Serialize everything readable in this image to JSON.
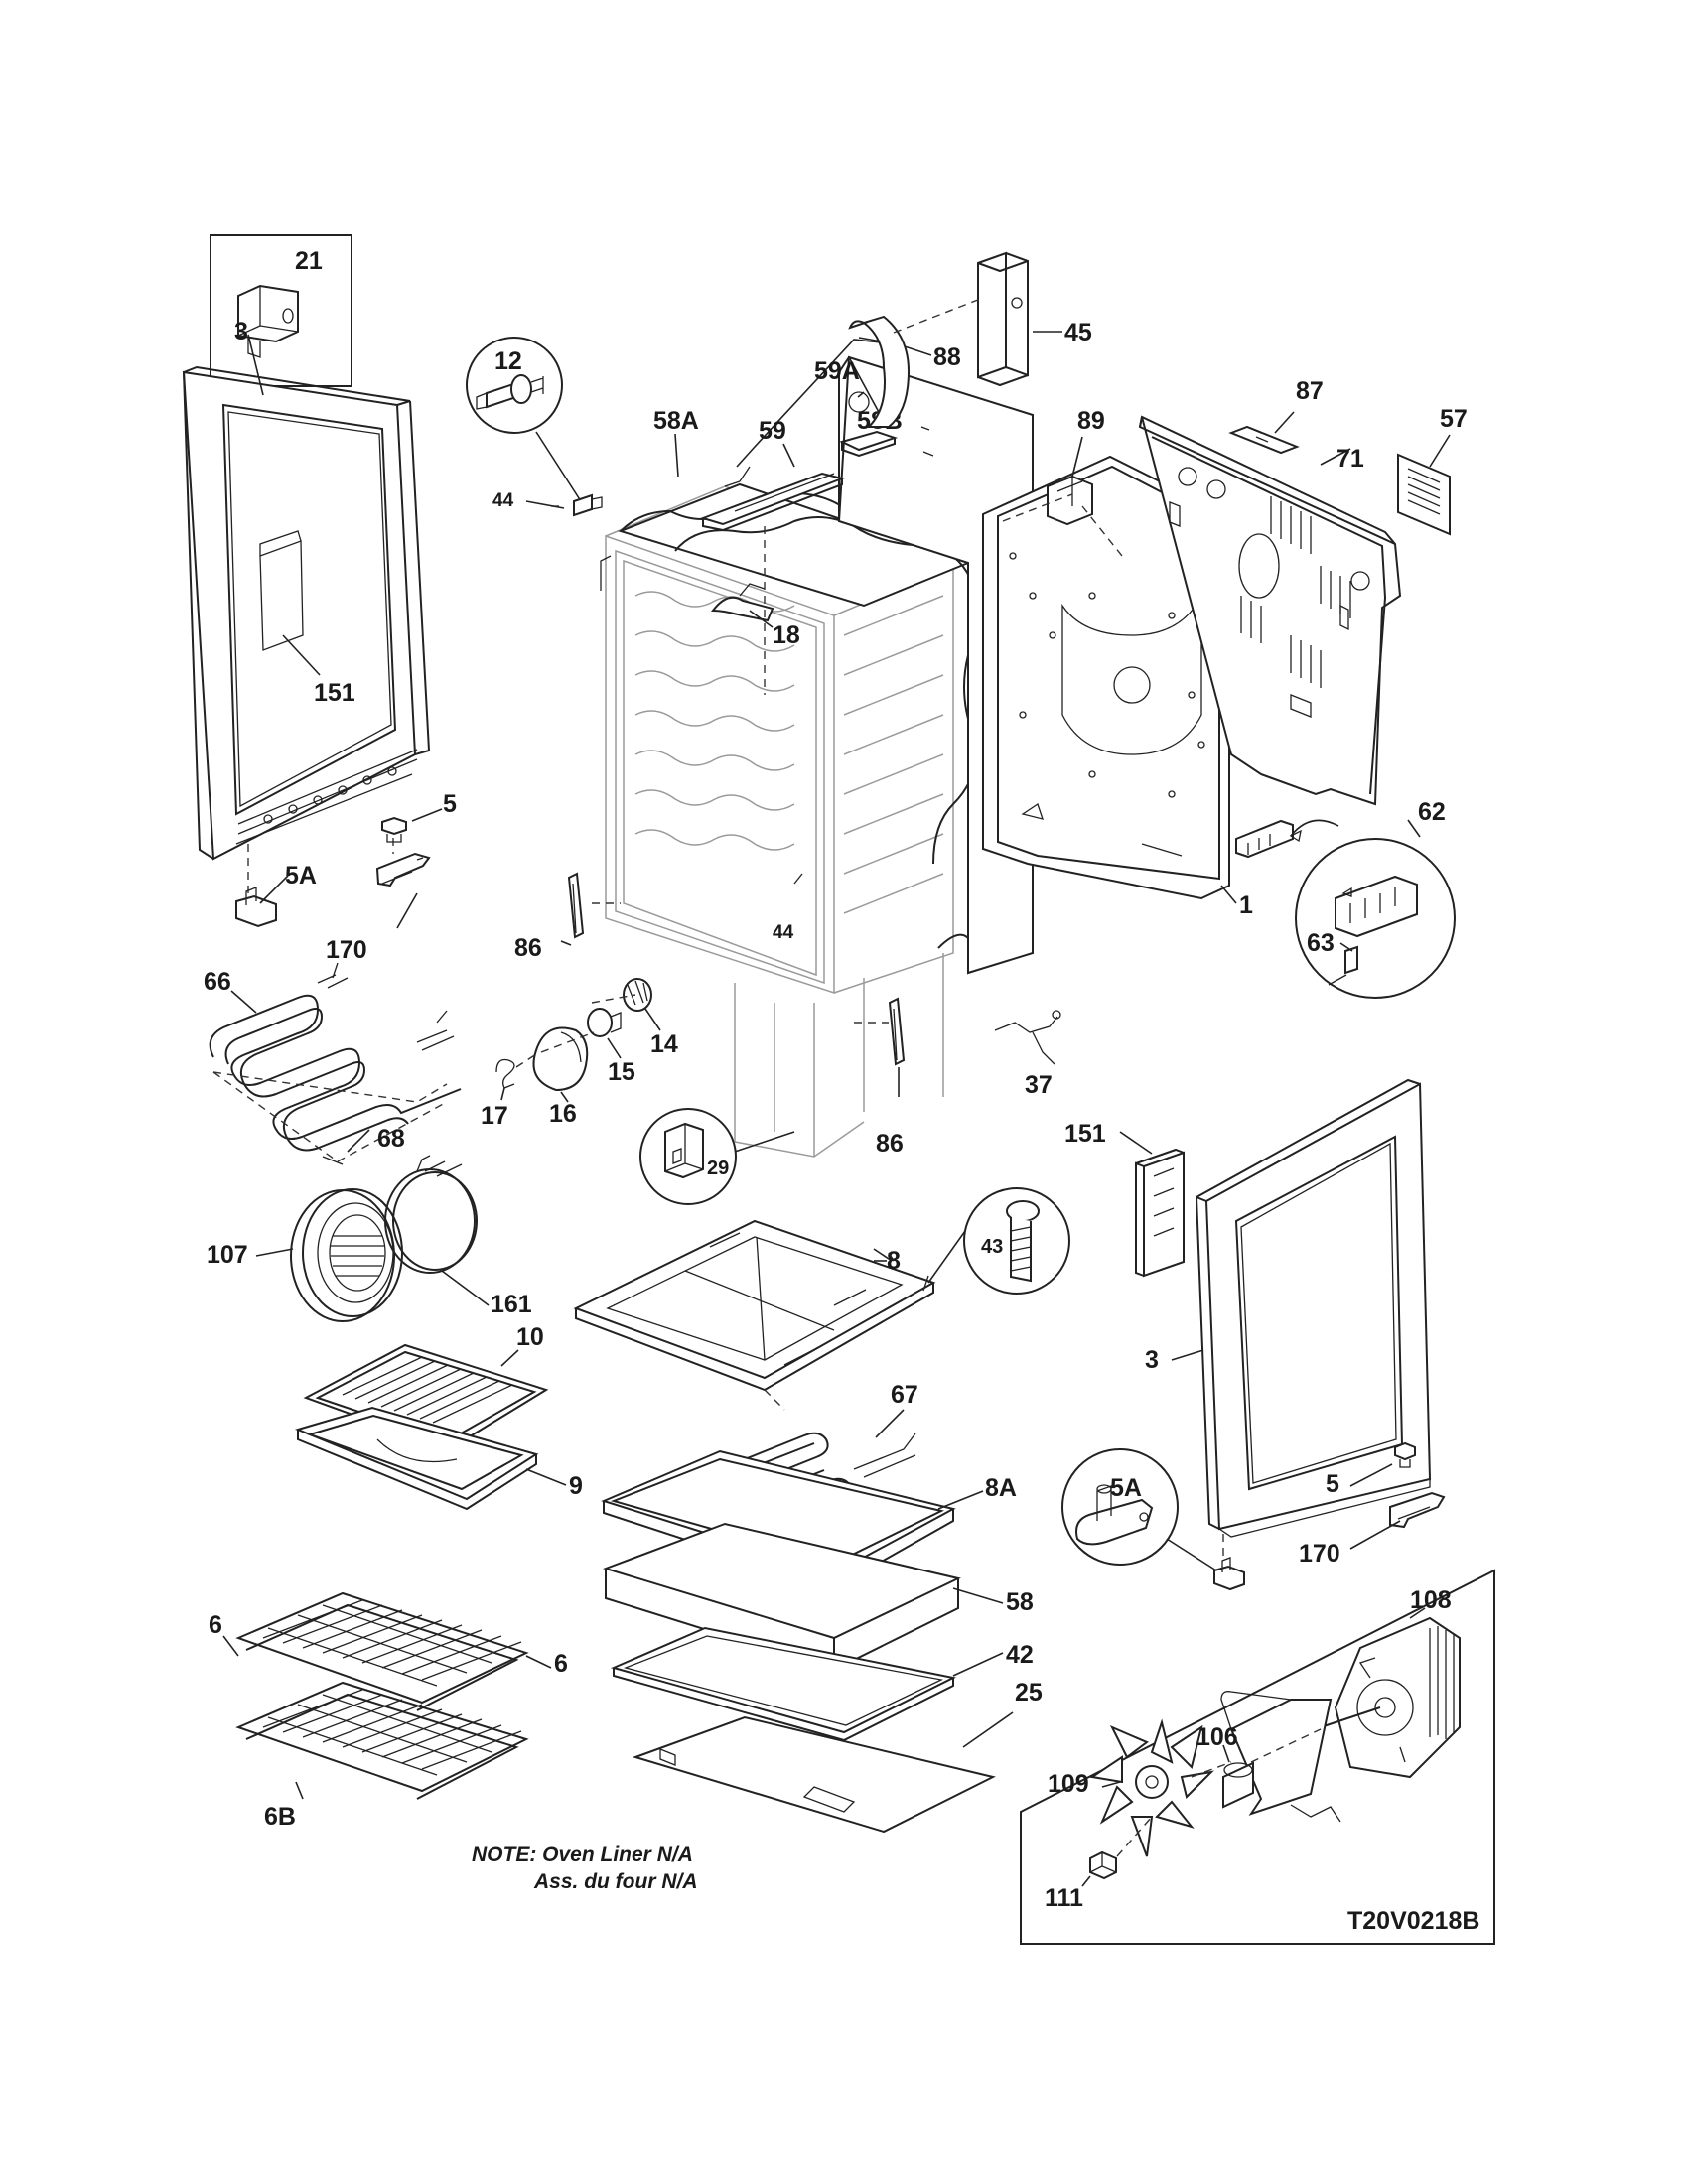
{
  "diagram": {
    "note_line1": "NOTE: Oven Liner N/A",
    "note_line2": "Ass. du four N/A",
    "diagram_code": "T20V0218B"
  },
  "callouts": {
    "c21": "21",
    "c3_left": "3",
    "c151_left": "151",
    "c5_left": "5",
    "c5a_left": "5A",
    "c170_left": "170",
    "c66": "66",
    "c68": "68",
    "c12": "12",
    "c44_top": "44",
    "c58a": "58A",
    "c18": "18",
    "c44_mid": "44",
    "c86_left": "86",
    "c14": "14",
    "c15": "15",
    "c16": "16",
    "c17": "17",
    "c29": "29",
    "c86_right": "86",
    "c59": "59",
    "c59a": "59A",
    "c45": "45",
    "c58b": "58B",
    "c88": "88",
    "c89": "89",
    "c87": "87",
    "c71": "71",
    "c57": "57",
    "c1": "1",
    "c62": "62",
    "c63": "63",
    "c37": "37",
    "c151_right": "151",
    "c107": "107",
    "c161": "161",
    "c10": "10",
    "c9": "9",
    "c8": "8",
    "c43": "43",
    "c67": "67",
    "c8a": "8A",
    "c58": "58",
    "c42": "42",
    "c25": "25",
    "c6_left": "6",
    "c6_right": "6",
    "c6b": "6B",
    "c3_right": "3",
    "c5a_right": "5A",
    "c5_right": "5",
    "c170_right": "170",
    "c108": "108",
    "c106": "106",
    "c109": "109",
    "c111": "111"
  }
}
